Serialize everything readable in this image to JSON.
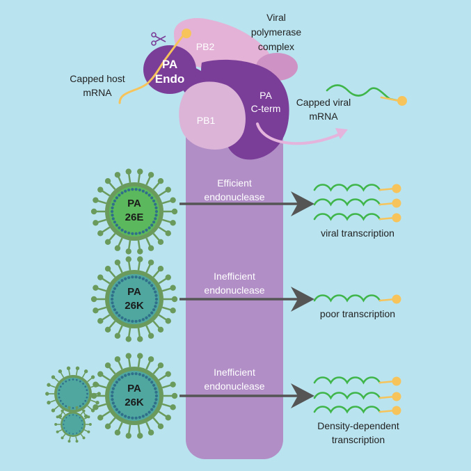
{
  "colors": {
    "background": "#b9e3ef",
    "column": "#b18ec6",
    "pa_dark": "#7a3d98",
    "pb1": "#dcb4d8",
    "pb2": "#cf92c4",
    "pb2_light": "#e3b2d6",
    "rna_green": "#3fb54a",
    "cap_yellow": "#f7c45c",
    "virus_green_26e": "#5cb85c",
    "virus_teal_26k": "#4fa7a0",
    "spike": "#6a9a5c",
    "arrow": "#555555",
    "curve_arrow": "#e4b4dc"
  },
  "complex": {
    "viral_polymerase_line1": "Viral",
    "viral_polymerase_line2": "polymerase",
    "viral_polymerase_line3": "complex",
    "pb2": "PB2",
    "pb1": "PB1",
    "pa_endo_line1": "PA",
    "pa_endo_line2": "Endo",
    "pa_cterm_line1": "PA",
    "pa_cterm_line2": "C-term",
    "capped_host_line1": "Capped host",
    "capped_host_line2": "mRNA",
    "capped_viral_line1": "Capped viral",
    "capped_viral_line2": "mRNA"
  },
  "rows": [
    {
      "virus_line1": "PA",
      "virus_line2": "26E",
      "label_line1": "Efficient",
      "label_line2": "endonuclease",
      "result_line1": "viral transcription",
      "result_line2": ""
    },
    {
      "virus_line1": "PA",
      "virus_line2": "26K",
      "label_line1": "Inefficient",
      "label_line2": "endonuclease",
      "result_line1": "poor transcription",
      "result_line2": ""
    },
    {
      "virus_line1": "PA",
      "virus_line2": "26K",
      "label_line1": "Inefficient",
      "label_line2": "endonuclease",
      "result_line1": "Density-dependent",
      "result_line2": "transcription"
    }
  ]
}
